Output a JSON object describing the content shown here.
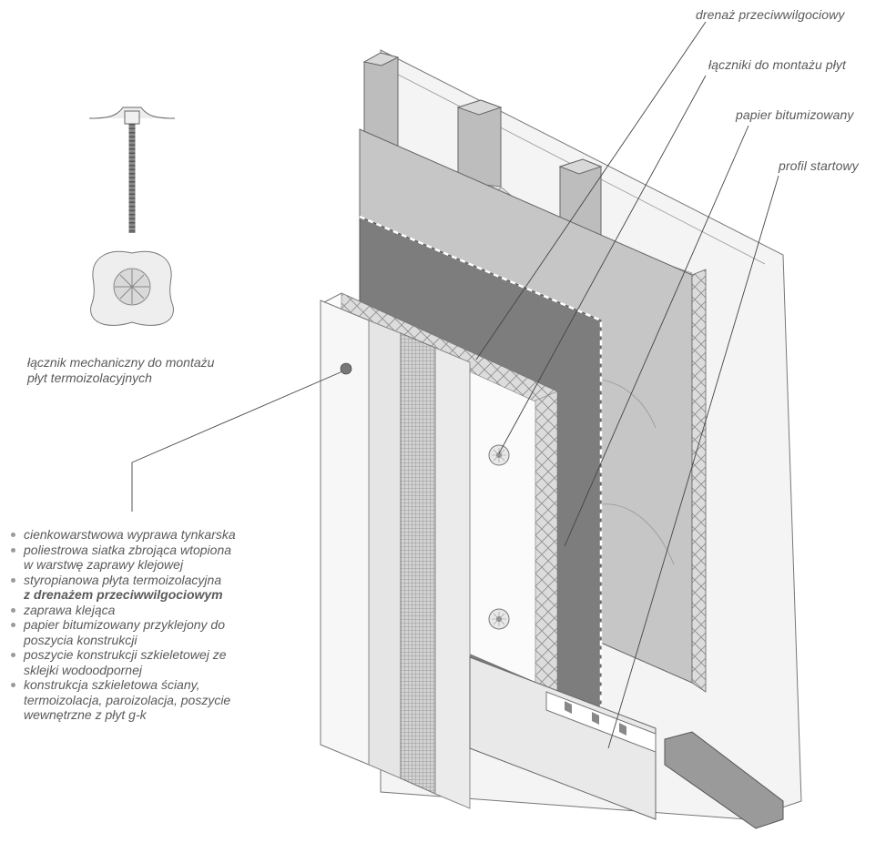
{
  "callouts": {
    "drainage": "drenaż przeciwwilgociowy",
    "fasteners": "łączniki do montażu płyt",
    "bitumen_paper": "papier bitumizowany",
    "start_profile": "profil startowy"
  },
  "fastener_caption": {
    "line1": "łącznik mechaniczny do montażu",
    "line2": "płyt termoizolacyjnych"
  },
  "layers": [
    {
      "lines": [
        "cienkowarstwowa wyprawa tynkarska"
      ]
    },
    {
      "lines": [
        "poliestrowa siatka zbrojąca wtopiona",
        "w warstwę zaprawy klejowej"
      ]
    },
    {
      "lines": [
        "styropianowa płyta termoizolacyjna"
      ],
      "bold": "z drenażem przeciwwilgociowym"
    },
    {
      "lines": [
        "zaprawa klejąca"
      ]
    },
    {
      "lines": [
        "papier bitumizowany przyklejony do",
        "poszycia konstrukcji"
      ]
    },
    {
      "lines": [
        "poszycie konstrukcji szkieletowej ze",
        "sklejki wodoodpornej"
      ]
    },
    {
      "lines": [
        "konstrukcja szkieletowa ściany,",
        "termoizolacja, paroizolacja, poszycie",
        "wewnętrzne z płyt g-k"
      ]
    }
  ]
}
